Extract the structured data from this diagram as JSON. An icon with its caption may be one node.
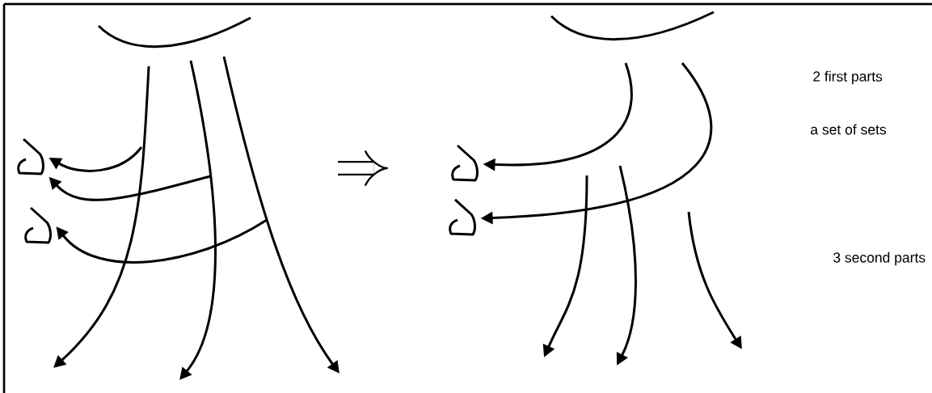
{
  "diagram": {
    "nodes": [
      {
        "text": [],
        "shape": "loop"
      },
      {
        "text": [],
        "shape": "loop"
      },
      {
        "text": [],
        "shape": "loop"
      },
      {
        "text": [],
        "shape": "loop"
      }
    ],
    "edges": [
      {
        "from": null,
        "to": 0,
        "arrow": "to"
      },
      {
        "from": null,
        "to": 0,
        "arrow": "to"
      },
      {
        "from": null,
        "to": 1,
        "arrow": "to"
      },
      {
        "from": null,
        "to": 2,
        "arrow": "to"
      },
      {
        "from": null,
        "to": 3,
        "arrow": "to"
      }
    ],
    "labels": [
      "2 first parts",
      "a set of sets",
      "3 second parts"
    ]
  }
}
